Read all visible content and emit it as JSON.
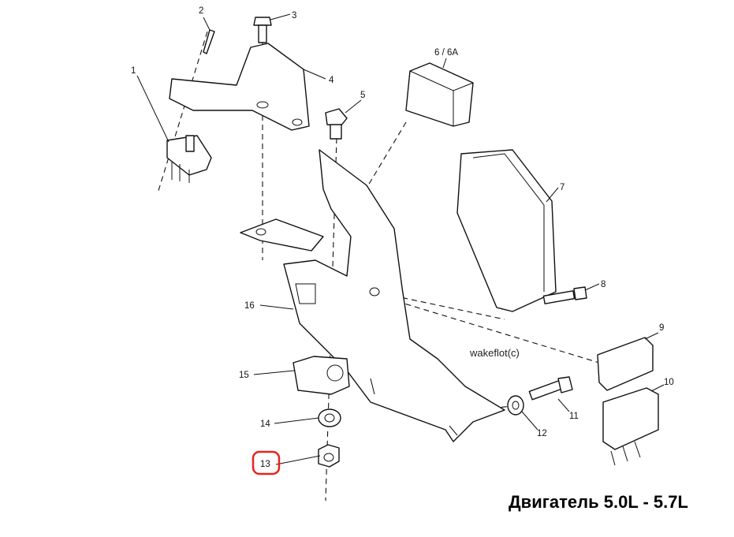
{
  "diagram": {
    "title": "Двигатель 5.0L - 5.7L",
    "watermark": "wakeflot(c)",
    "highlight_color": "#e8231a",
    "callouts": [
      "1",
      "2",
      "3",
      "4",
      "5",
      "6 / 6A",
      "7",
      "8",
      "9",
      "10",
      "11",
      "12",
      "13",
      "14",
      "15",
      "16"
    ],
    "highlighted_callout": "13"
  }
}
